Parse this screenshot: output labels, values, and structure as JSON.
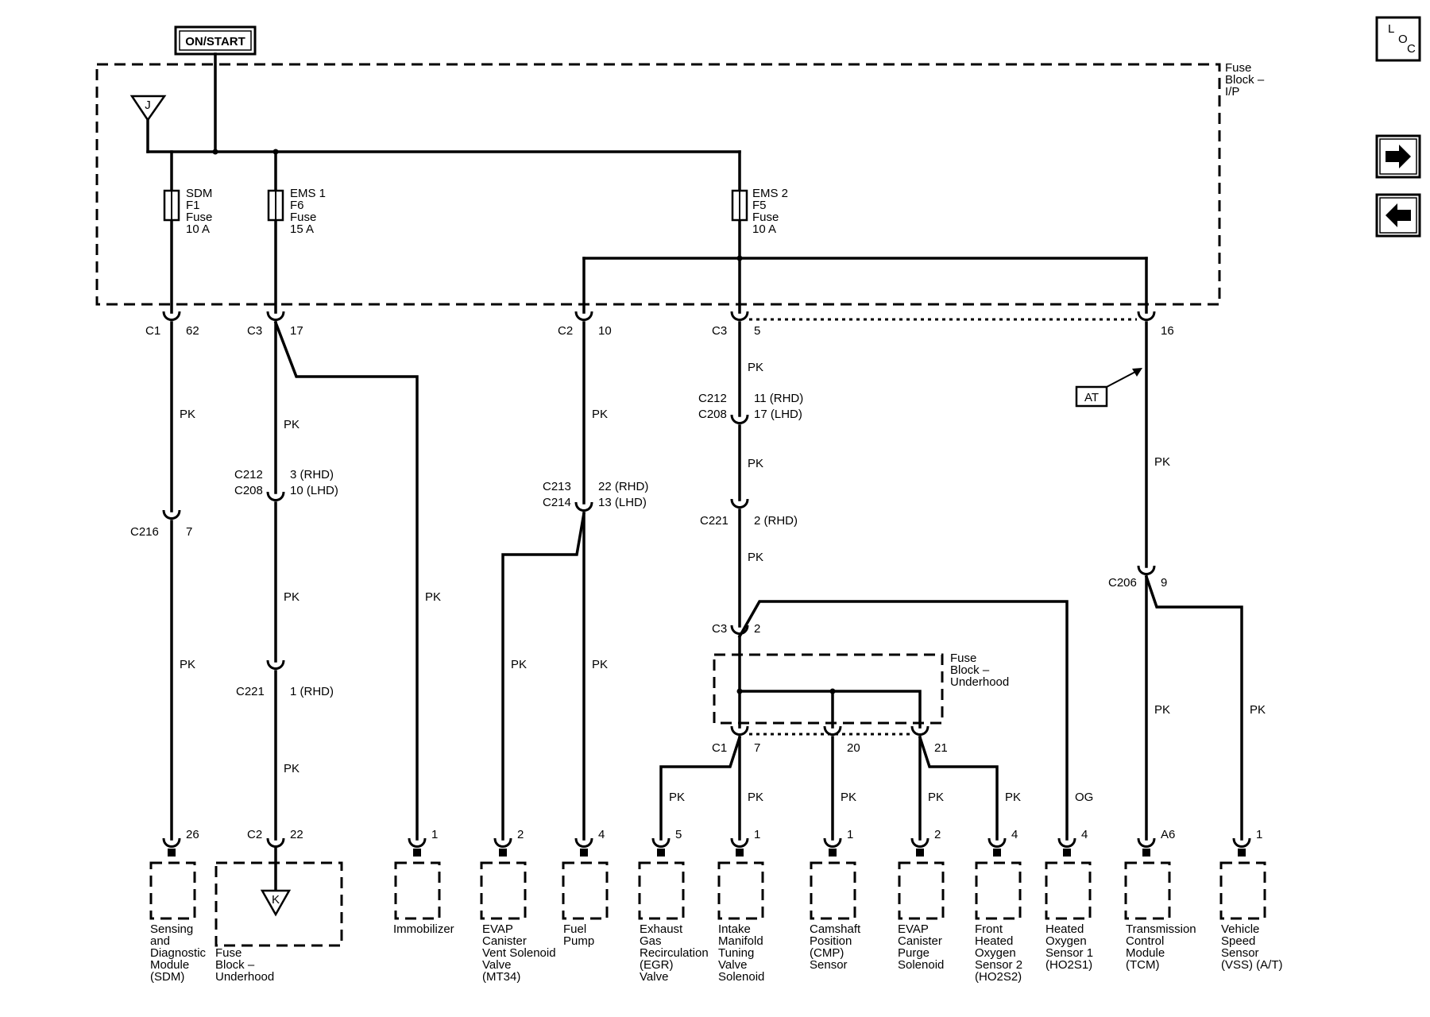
{
  "power_source": "ON/START",
  "ground_ref": "J",
  "fuse_block_ip": [
    "Fuse",
    "Block –",
    "I/P"
  ],
  "fuse_block_uh": [
    "Fuse",
    "Block –",
    "Underhood"
  ],
  "fuses": [
    {
      "name": "SDM",
      "id": "F1",
      "type": "Fuse",
      "rating": "10 A"
    },
    {
      "name": "EMS 1",
      "id": "F6",
      "type": "Fuse",
      "rating": "15 A"
    },
    {
      "name": "EMS 2",
      "id": "F5",
      "type": "Fuse",
      "rating": "10 A"
    }
  ],
  "wire_color": "PK",
  "wire_color_og": "OG",
  "at_option": "AT",
  "nav": {
    "loc_l": "L",
    "loc_o": "O",
    "loc_c": "C",
    "next_icon": "arrow-right",
    "prev_icon": "arrow-left"
  },
  "connectors": {
    "c1_62": [
      "C1",
      "62"
    ],
    "c3_17": [
      "C3",
      "17"
    ],
    "c2_10": [
      "C2",
      "10"
    ],
    "c3_5": [
      "C3",
      "5"
    ],
    "pin_16": "16",
    "c216": [
      "C216",
      "7"
    ],
    "c212a": [
      "C212",
      "C208",
      "3 (RHD)",
      "10 (LHD)"
    ],
    "c221a": [
      "C221",
      "1 (RHD)"
    ],
    "c213": [
      "C213",
      "C214",
      "22 (RHD)",
      "13 (LHD)"
    ],
    "c212b": [
      "C212",
      "C208",
      "11 (RHD)",
      "17 (LHD)"
    ],
    "c221b": [
      "C221",
      "2 (RHD)"
    ],
    "c206": [
      "C206",
      "9"
    ],
    "c3_2": [
      "C3",
      "2"
    ],
    "c1_7": [
      "C1",
      "7"
    ],
    "pin_20": "20",
    "pin_21": "21"
  },
  "components": [
    {
      "key": "sdm",
      "pin": "26",
      "lines": [
        "Sensing",
        "and",
        "Diagnostic",
        "Module",
        "(SDM)"
      ]
    },
    {
      "key": "fbu",
      "pin": "22",
      "conn": "C2",
      "ground": "K",
      "lines": [
        "Fuse",
        "Block –",
        "Underhood"
      ]
    },
    {
      "key": "immobilizer",
      "pin": "1",
      "lines": [
        "Immobilizer"
      ]
    },
    {
      "key": "evap-vent",
      "pin": "2",
      "lines": [
        "EVAP",
        "Canister",
        "Vent Solenoid",
        "Valve",
        "(MT34)"
      ]
    },
    {
      "key": "fuel-pump",
      "pin": "4",
      "lines": [
        "Fuel",
        "Pump"
      ]
    },
    {
      "key": "egr",
      "pin": "5",
      "lines": [
        "Exhaust",
        "Gas",
        "Recirculation",
        "(EGR)",
        "Valve"
      ]
    },
    {
      "key": "imt",
      "pin": "1",
      "lines": [
        "Intake",
        "Manifold",
        "Tuning",
        "Valve",
        "Solenoid"
      ]
    },
    {
      "key": "cmp",
      "pin": "1",
      "lines": [
        "Camshaft",
        "Position",
        "(CMP)",
        "Sensor"
      ]
    },
    {
      "key": "evap-purge",
      "pin": "2",
      "lines": [
        "EVAP",
        "Canister",
        "Purge",
        "Solenoid"
      ]
    },
    {
      "key": "ho2s2",
      "pin": "4",
      "lines": [
        "Front",
        "Heated",
        "Oxygen",
        "Sensor 2",
        "(HO2S2)"
      ]
    },
    {
      "key": "ho2s1",
      "pin": "4",
      "lines": [
        "Heated",
        "Oxygen",
        "Sensor 1",
        "(HO2S1)"
      ]
    },
    {
      "key": "tcm",
      "pin": "A6",
      "lines": [
        "Transmission",
        "Control",
        "Module",
        "(TCM)"
      ]
    },
    {
      "key": "vss",
      "pin": "1",
      "lines": [
        "Vehicle",
        "Speed",
        "Sensor",
        "(VSS) (A/T)"
      ]
    }
  ]
}
